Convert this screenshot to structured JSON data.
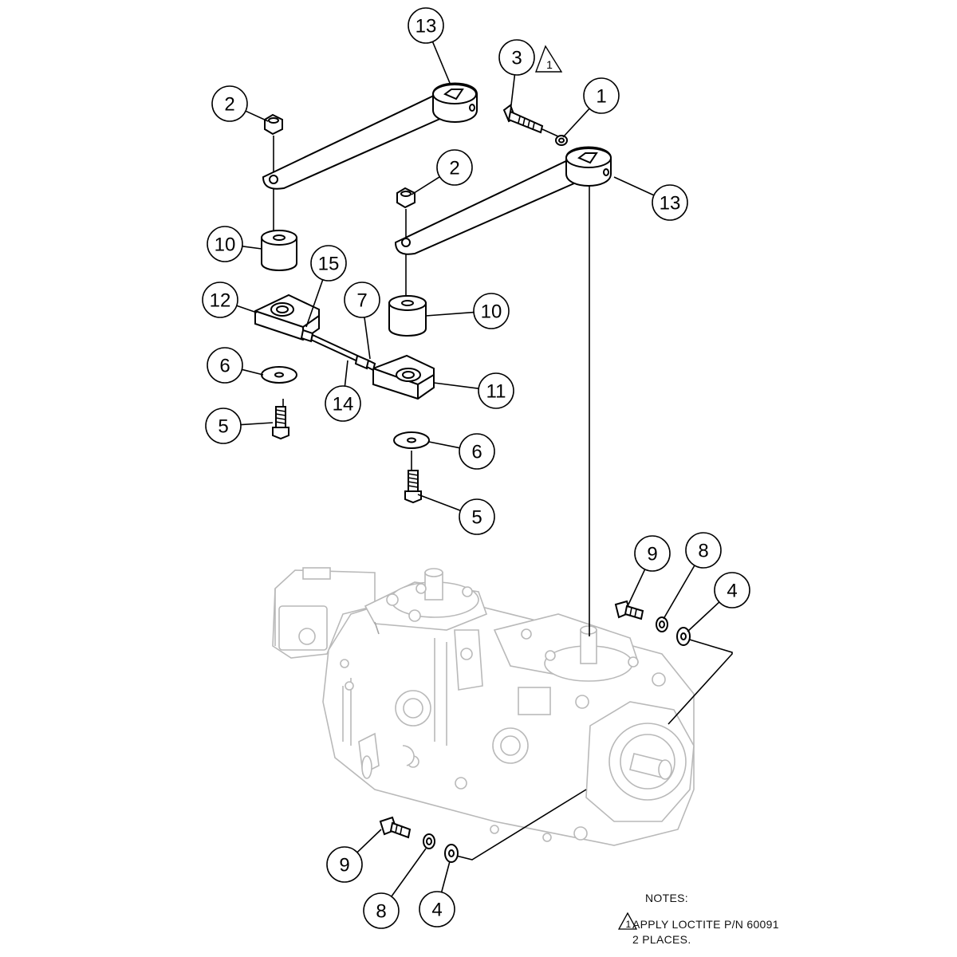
{
  "diagram": {
    "callouts": [
      "13",
      "3",
      "1",
      "2",
      "2",
      "13",
      "10",
      "10",
      "15",
      "12",
      "7",
      "6",
      "11",
      "14",
      "5",
      "6",
      "5",
      "9",
      "8",
      "4",
      "9",
      "8",
      "4"
    ],
    "note_marker": "1"
  },
  "notes": {
    "title": "NOTES:",
    "marker": "1",
    "line1": "APPLY LOCTITE  P/N 60091",
    "line2": "2 PLACES."
  }
}
